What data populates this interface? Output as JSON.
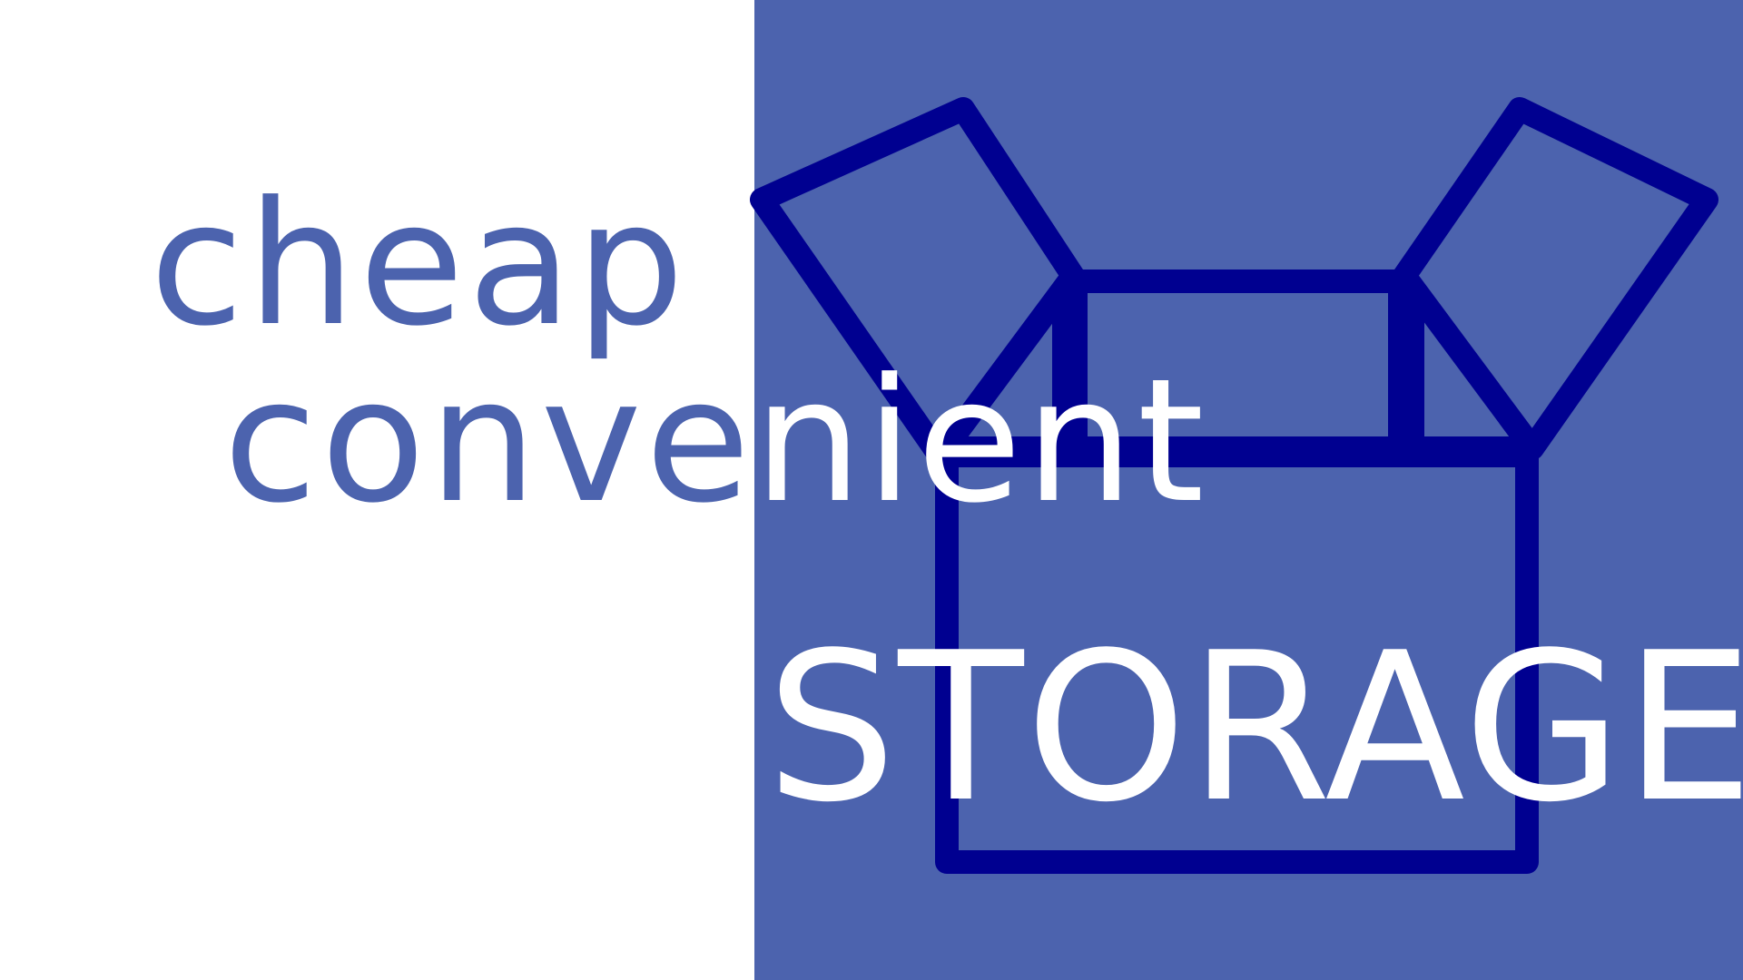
{
  "colors": {
    "background": "#ffffff",
    "panel": "#4c63ae",
    "box_outline": "#000090",
    "text_blue": "#4c63ae",
    "text_white": "#ffffff"
  },
  "words": {
    "line1": "cheap",
    "line2": "convenient",
    "line3": "STORAGE"
  },
  "icons": {
    "illustration": "open-cardboard-box-icon"
  }
}
